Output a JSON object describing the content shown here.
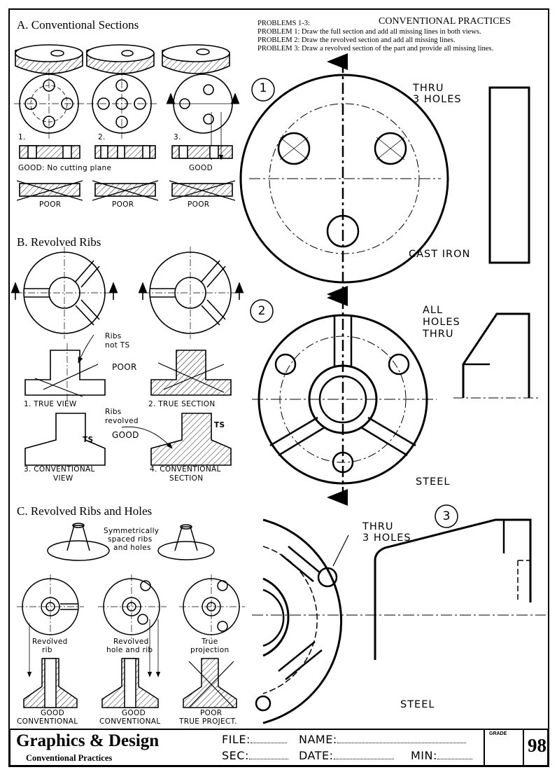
{
  "header": {
    "problems_heading": "PROBLEMS 1-3:",
    "title": "CONVENTIONAL PRACTICES",
    "problem1": "PROBLEM 1: Draw the full section and add all missing lines in both views.",
    "problem2": "PROBLEM 2: Draw the revolved section and add all missing lines.",
    "problem3": "PROBLEM 3: Draw a revolved section of the part and provide all missing lines."
  },
  "section_a": {
    "title": "A. Conventional Sections",
    "num1": "1.",
    "num2": "2.",
    "num3": "3.",
    "good_no_plane": "GOOD: No cutting plane",
    "good": "GOOD",
    "poor1": "POOR",
    "poor2": "POOR",
    "poor3": "POOR"
  },
  "section_b": {
    "title": "B. Revolved Ribs",
    "ribs_not_ts_1": "Ribs",
    "ribs_not_ts_2": "not TS",
    "poor": "POOR",
    "true_view": "1. TRUE VIEW",
    "true_section": "2. TRUE SECTION",
    "ribs_revolved_1": "Ribs",
    "ribs_revolved_2": "revolved",
    "ts1": "TS",
    "ts2": "TS",
    "good": "GOOD",
    "conv_view_1": "3. CONVENTIONAL",
    "conv_view_2": "VIEW",
    "conv_section_1": "4. CONVENTIONAL",
    "conv_section_2": "SECTION"
  },
  "section_c": {
    "title": "C. Revolved Ribs and Holes",
    "sym_1": "Symmetrically",
    "sym_2": "spaced ribs",
    "sym_3": "and holes",
    "revolved_rib_1": "Revolved",
    "revolved_rib_2": "rib",
    "revolved_hole_1": "Revolved",
    "revolved_hole_2": "hole and rib",
    "true_proj_1": "True",
    "true_proj_2": "projection",
    "good_conv_a_1": "GOOD",
    "good_conv_a_2": "CONVENTIONAL",
    "good_conv_b_1": "GOOD",
    "good_conv_b_2": "CONVENTIONAL",
    "poor_true_1": "POOR",
    "poor_true_2": "TRUE PROJECT."
  },
  "problem1": {
    "number": "1",
    "note_1": "THRU",
    "note_2": "3  HOLES",
    "material": "CAST  IRON"
  },
  "problem2": {
    "number": "2",
    "note_1": "ALL",
    "note_2": "HOLES",
    "note_3": "THRU",
    "material": "STEEL"
  },
  "problem3": {
    "number": "3",
    "note_1": "THRU",
    "note_2": "3  HOLES",
    "material": "STEEL"
  },
  "title_block": {
    "title": "Graphics & Design",
    "subtitle": "Conventional Practices",
    "file_label": "FILE:",
    "name_label": "NAME:",
    "sec_label": "SEC:",
    "date_label": "DATE:",
    "min_label": "MIN:",
    "grade_label": "GRADE",
    "sheet_number": "98"
  }
}
